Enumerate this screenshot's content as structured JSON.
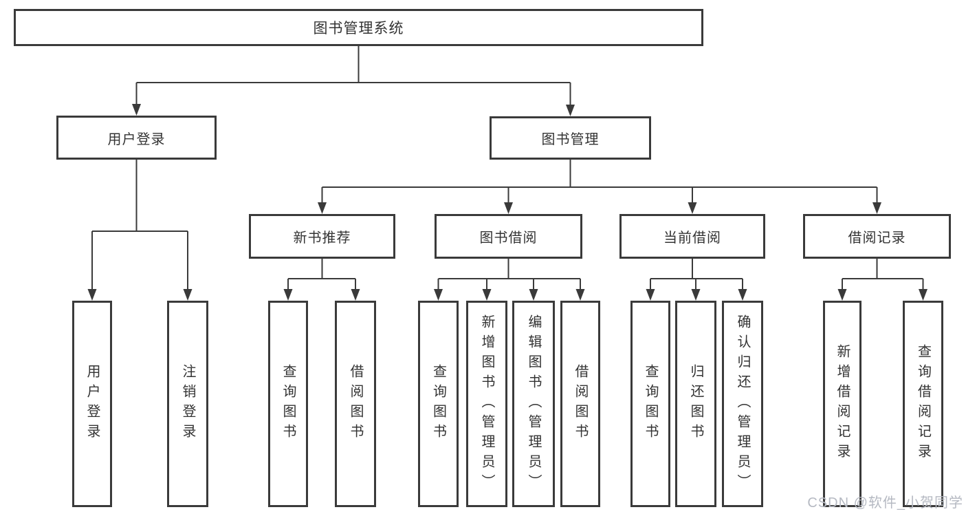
{
  "diagram": {
    "title": "图书管理系统",
    "branches": [
      {
        "label": "用户登录",
        "children": [
          {
            "label": "用户登录"
          },
          {
            "label": "注销登录"
          }
        ]
      },
      {
        "label": "图书管理",
        "children": [
          {
            "label": "新书推荐",
            "children": [
              {
                "label": "查询图书"
              },
              {
                "label": "借阅图书"
              }
            ]
          },
          {
            "label": "图书借阅",
            "children": [
              {
                "label": "查询图书"
              },
              {
                "label": "新增图书（管理员）"
              },
              {
                "label": "编辑图书（管理员）"
              },
              {
                "label": "借阅图书"
              }
            ]
          },
          {
            "label": "当前借阅",
            "children": [
              {
                "label": "查询图书"
              },
              {
                "label": "归还图书"
              },
              {
                "label": "确认归还（管理员）"
              }
            ]
          },
          {
            "label": "借阅记录",
            "children": [
              {
                "label": "新增借阅记录"
              },
              {
                "label": "查询借阅记录"
              }
            ]
          }
        ]
      }
    ]
  },
  "watermark": {
    "text": "CSDN @软件_小贺同学"
  },
  "colors": {
    "line": "#3a3a3a",
    "box_border": "#3a3a3a",
    "text": "#333333",
    "watermark": "#b5b9c2",
    "background": "#ffffff"
  }
}
